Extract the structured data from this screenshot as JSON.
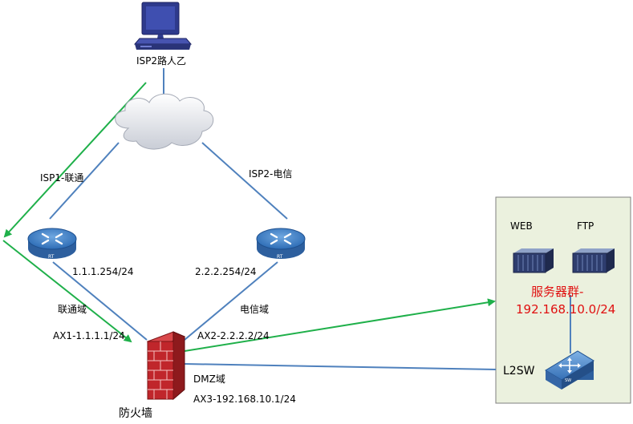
{
  "nodes": {
    "pc_label": "ISP2路人乙",
    "rt_left_tag": "RT",
    "rt_right_tag": "RT",
    "firewall_label": "防火墙",
    "switch_label": "L2SW",
    "switch_tag": "SW",
    "web_label": "WEB",
    "ftp_label": "FTP"
  },
  "links": {
    "isp1": "ISP1-联通",
    "isp2": "ISP2-电信",
    "rt_left_ip": "1.1.1.254/24",
    "rt_right_ip": "2.2.2.254/24",
    "zone_unicom": "联通域",
    "zone_telecom": "电信域",
    "zone_dmz": "DMZ域",
    "ax1": "AX1-1.1.1.1/24",
    "ax2": "AX2-2.2.2.2/24",
    "ax3": "AX3-192.168.10.1/24"
  },
  "server_group": {
    "line1": "服务器群-",
    "line2": "192.168.10.0/24"
  },
  "colors": {
    "link_blue": "#4f81bd",
    "flow_green": "#1fb04a",
    "panel_fill": "#ebf1de",
    "panel_border": "#7f7f7f",
    "server_red_text": "#e01010",
    "firewall_red": "#c0262b"
  }
}
